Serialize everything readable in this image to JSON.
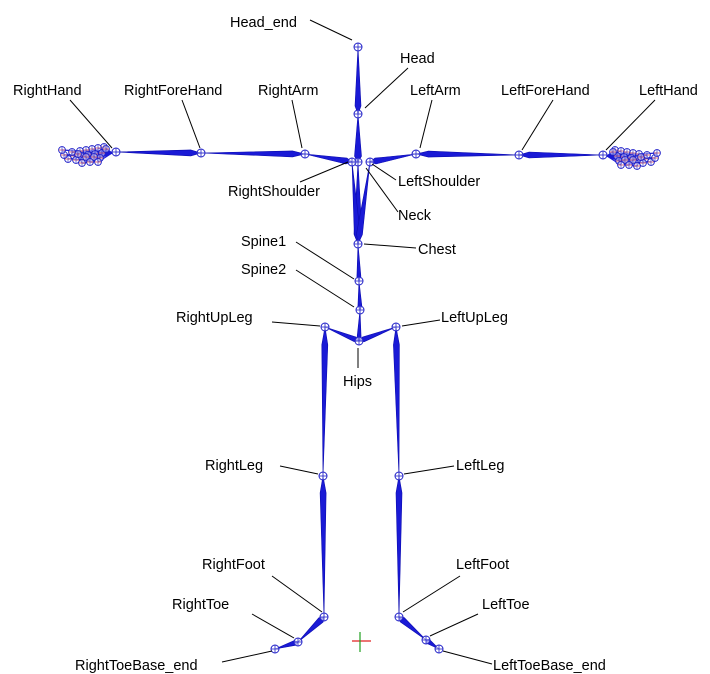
{
  "labels": {
    "head_end": "Head_end",
    "head": "Head",
    "right_hand": "RightHand",
    "right_forehand": "RightForeHand",
    "right_arm": "RightArm",
    "left_arm": "LeftArm",
    "left_forehand": "LeftForeHand",
    "left_hand": "LeftHand",
    "right_shoulder": "RightShoulder",
    "left_shoulder": "LeftShoulder",
    "neck": "Neck",
    "chest": "Chest",
    "spine1": "Spine1",
    "spine2": "Spine2",
    "right_upleg": "RightUpLeg",
    "left_upleg": "LeftUpLeg",
    "hips": "Hips",
    "right_leg": "RightLeg",
    "left_leg": "LeftLeg",
    "right_foot": "RightFoot",
    "left_foot": "LeftFoot",
    "right_toe": "RightToe",
    "left_toe": "LeftToe",
    "right_toebase_end": "RightToeBase_end",
    "left_toebase_end": "LeftToeBase_end"
  },
  "colors": {
    "bone": "#1a1ad6",
    "joint": "#2020c8",
    "hand_detail": "#d02020",
    "origin_x": "#e02020",
    "origin_y": "#20a020",
    "label": "#000000"
  }
}
